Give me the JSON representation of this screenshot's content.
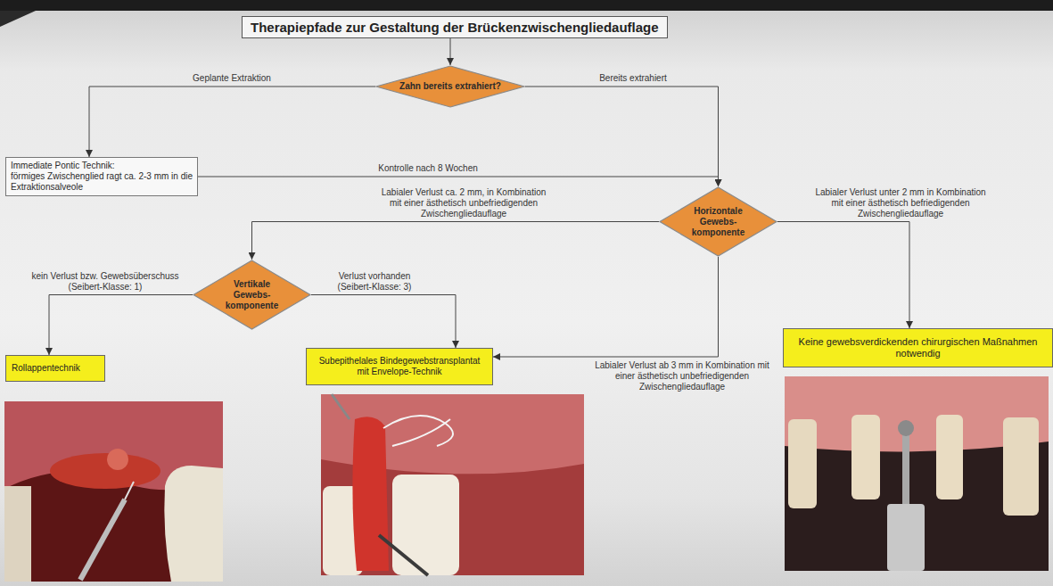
{
  "diagram": {
    "nodes": [
      {
        "text": [
          "Therapiepfade zur Gestaltung der Brückenzwischengliedauflage"
        ]
      },
      {
        "text": [
          "Zahn bereits extrahiert?"
        ]
      },
      {
        "text": [
          "Immediate Pontic Technik:",
          "förmiges Zwischenglied ragt ca. 2-3 mm in die Extraktionsalveole"
        ]
      },
      {
        "text": [
          "Horizontale Gewebs- komponente"
        ]
      },
      {
        "text": [
          "Vertikale Gewebs- komponente"
        ]
      },
      {
        "text": [
          "Rollappentechnik"
        ]
      },
      {
        "text": [
          "Subepithelales Bindegewebstransplantat mit Envelope-Technik"
        ]
      },
      {
        "text": [
          "Keine gewebsverdickenden chirurgischen Maßnahmen notwendig"
        ]
      }
    ],
    "edges": [
      {
        "from": 0,
        "to": 1,
        "arrow": "to"
      },
      {
        "from": 1,
        "to": 2,
        "label": "Geplante Extraktion",
        "arrow": "to"
      },
      {
        "from": 1,
        "to": 3,
        "label": "Bereits extrahiert",
        "arrow": "to"
      },
      {
        "from": 2,
        "to": 3,
        "label": "Kontrolle nach 8 Wochen",
        "arrow": "to"
      },
      {
        "from": 3,
        "to": 4,
        "label": "Labialer Verlust ca. 2 mm, in Kombination mit einer ästhetisch unbefriedigenden Zwischengliedauflage",
        "arrow": "to"
      },
      {
        "from": 3,
        "to": 7,
        "label": "Labialer Verlust unter 2 mm in Kombination mit einer ästhetisch befriedigenden Zwischengliedauflage",
        "arrow": "to"
      },
      {
        "from": 3,
        "to": 6,
        "label": "Labialer Verlust ab 3 mm in Kombination mit einer ästhetisch unbefriedigenden Zwischengliedauflage",
        "arrow": "to"
      },
      {
        "from": 4,
        "to": 5,
        "label": "kein Verlust bzw. Gewebsüberschuss (Seibert-Klasse: 1)",
        "arrow": "to"
      },
      {
        "from": 4,
        "to": 6,
        "label": "Verlust vorhanden (Seibert-Klasse: 3)",
        "arrow": "to"
      }
    ]
  }
}
